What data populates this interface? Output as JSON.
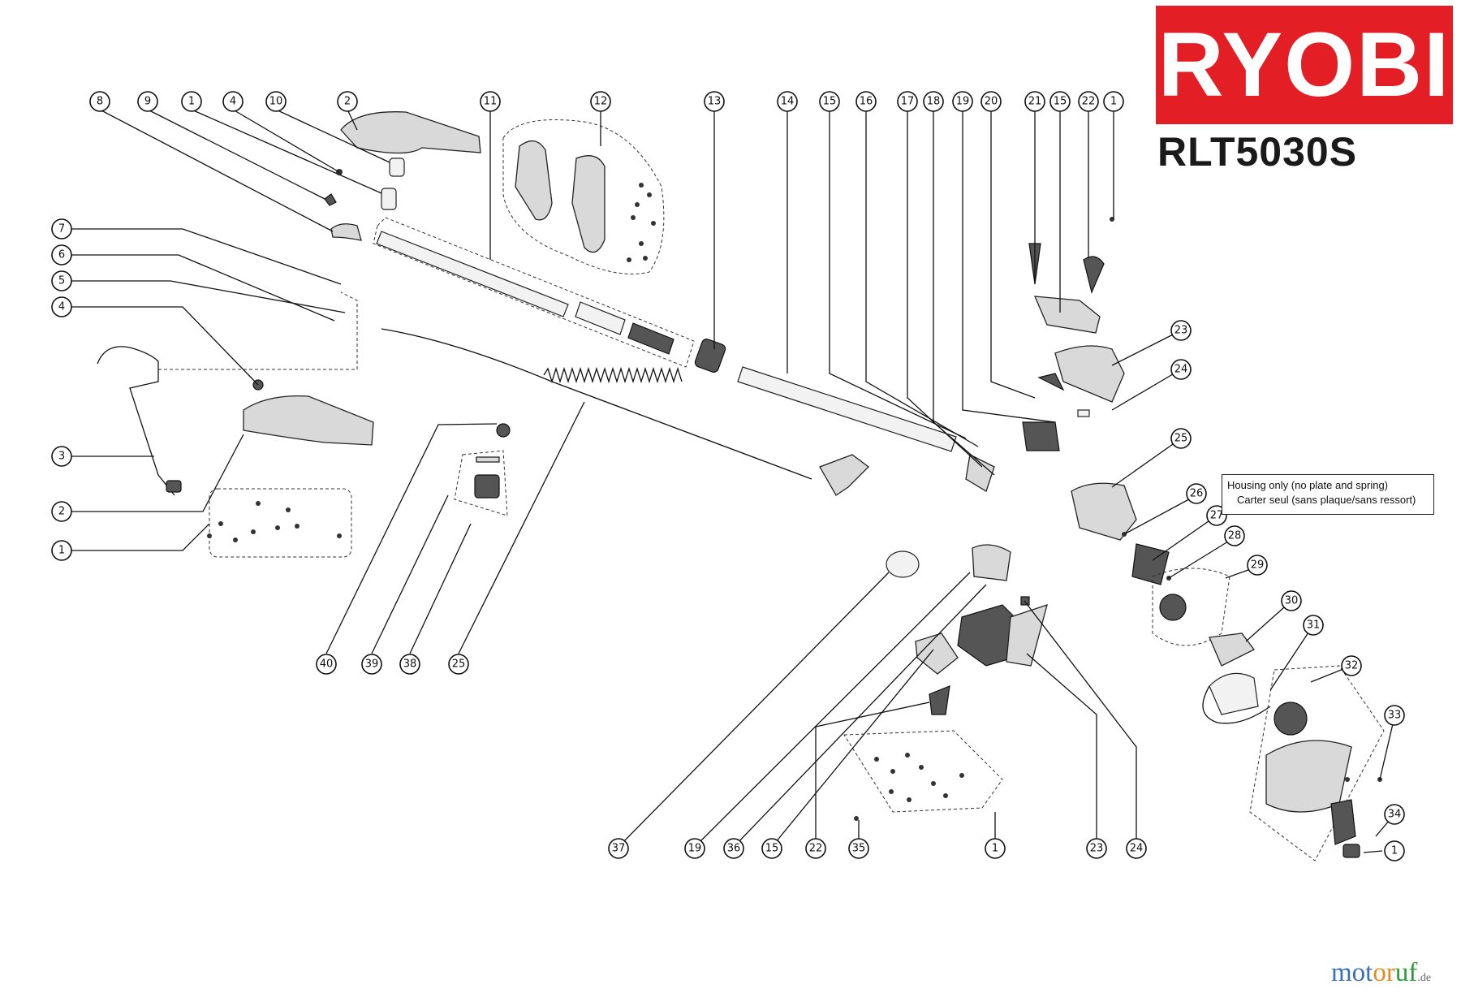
{
  "brand": {
    "logo": "RYOBI",
    "logo_color": "#e31e24",
    "model": "RLT5030S"
  },
  "note": {
    "line1": "Housing only (no plate and spring)",
    "line2": "Carter seul (sans plaque/sans ressort)"
  },
  "watermark": {
    "part1": "mot",
    "part2": "or",
    "part3": "uf",
    "tld": ".de"
  },
  "callouts": {
    "top": [
      "8",
      "9",
      "1",
      "4",
      "10",
      "2",
      "11",
      "12",
      "13",
      "14",
      "15",
      "16",
      "17",
      "18",
      "19",
      "20",
      "21",
      "15",
      "22",
      "1"
    ],
    "left": [
      "7",
      "6",
      "5",
      "4",
      "3",
      "2",
      "1"
    ],
    "mid_bottom": [
      "40",
      "39",
      "38",
      "25"
    ],
    "bottom": [
      "37",
      "19",
      "36",
      "15",
      "22",
      "35",
      "1",
      "23",
      "24"
    ],
    "right": [
      "23",
      "24",
      "25",
      "26",
      "27",
      "28",
      "29",
      "30",
      "31",
      "32",
      "33",
      "34",
      "1"
    ]
  }
}
